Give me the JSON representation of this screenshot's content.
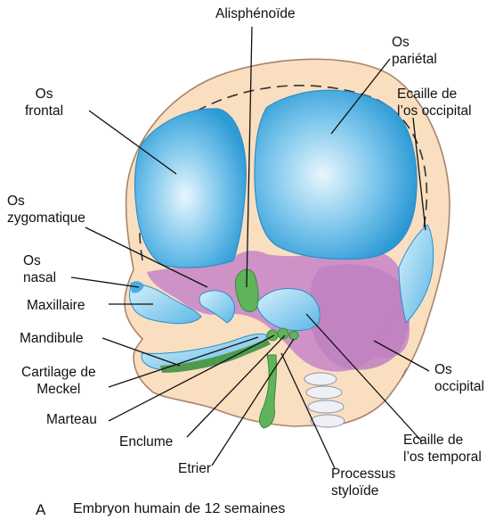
{
  "labels": {
    "alisphenoide": "Alisphénoïde",
    "parietal": [
      "Os",
      "pariétal"
    ],
    "frontal": [
      "Os",
      "frontal"
    ],
    "ecaille_occipital": [
      "Ecaille de",
      "l’os occipital"
    ],
    "zygomatique": [
      "Os",
      "zygomatique"
    ],
    "nasal": [
      "Os",
      "nasal"
    ],
    "maxillaire": "Maxillaire",
    "mandibule": "Mandibule",
    "meckel": [
      "Cartilage de",
      "Meckel"
    ],
    "marteau": "Marteau",
    "enclume": "Enclume",
    "etrier": "Etrier",
    "occipital": [
      "Os",
      "occipital"
    ],
    "ecaille_temporal": [
      "Ecaille de",
      "l’os temporal"
    ],
    "styloide": [
      "Processus",
      "styloïde"
    ]
  },
  "caption": {
    "letter": "A",
    "text": "Embryon humain de 12 semaines"
  },
  "colors": {
    "skin": "#f9dfc0",
    "bone_blue": "#49aee0",
    "cartilage_purple": "#c98ac8",
    "green": "#5fb35a",
    "vertebra": "#eef0f6"
  }
}
